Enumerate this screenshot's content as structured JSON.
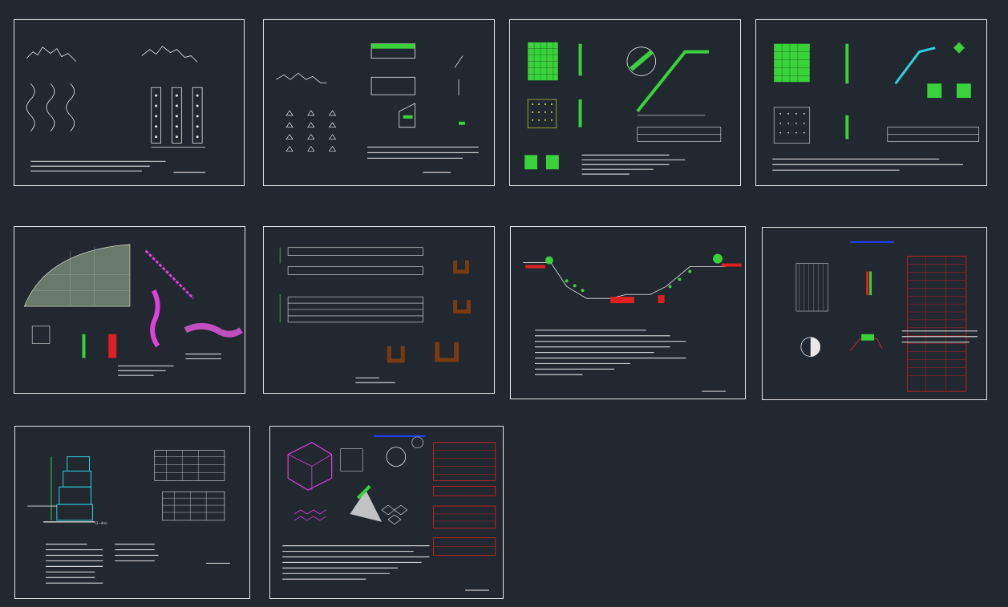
{
  "canvas": {
    "background": "#212830",
    "frame_color": "#e6e6e6"
  },
  "palette": {
    "green": "#39d23a",
    "yellow": "#e8e84a",
    "magenta": "#e040e0",
    "red": "#e02020",
    "brown": "#7a3a10",
    "cyan": "#30d0e0",
    "blue": "#2040ff",
    "white": "#e8e8e8"
  },
  "sheets": [
    {
      "id": "s1",
      "label": ""
    },
    {
      "id": "s2",
      "label": ""
    },
    {
      "id": "s3",
      "label": ""
    },
    {
      "id": "s4",
      "label": ""
    },
    {
      "id": "s5",
      "label": ""
    },
    {
      "id": "s6",
      "label": ""
    },
    {
      "id": "s7",
      "label": ""
    },
    {
      "id": "s8",
      "label": ""
    },
    {
      "id": "s9",
      "label": ""
    },
    {
      "id": "s10",
      "label": ""
    }
  ],
  "sheet9_caption": "(2~4m)"
}
